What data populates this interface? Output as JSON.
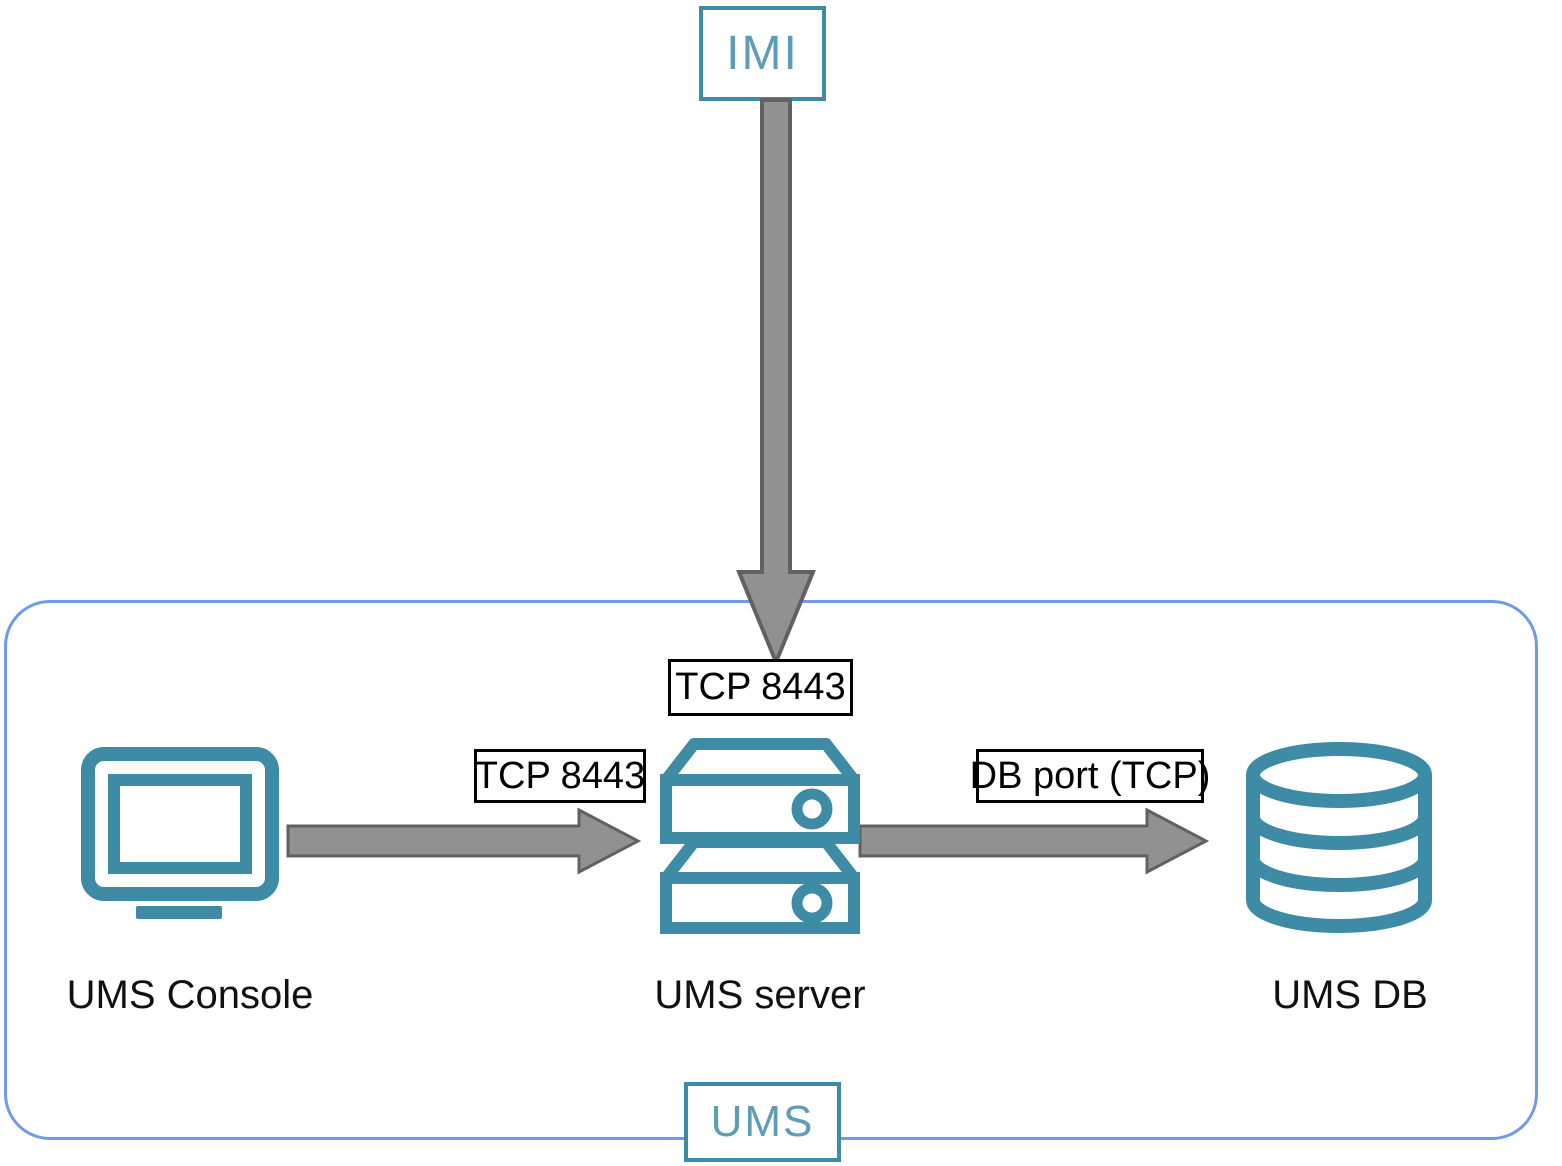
{
  "diagram": {
    "title_boxes": {
      "outer_zone_label": "IMI",
      "inner_zone_label": "UMS"
    },
    "nodes": [
      {
        "id": "ums-console",
        "label": "UMS Console",
        "icon": "monitor-icon"
      },
      {
        "id": "ums-server",
        "label": "UMS server",
        "icon": "server-rack-icon"
      },
      {
        "id": "ums-db",
        "label": "UMS DB",
        "icon": "database-cylinder-icon"
      }
    ],
    "connections": [
      {
        "id": "imi-to-server",
        "label": "TCP 8443",
        "direction": "down",
        "from": "IMI",
        "to": "UMS server"
      },
      {
        "id": "console-to-server",
        "label": "TCP 8443",
        "direction": "right",
        "from": "UMS Console",
        "to": "UMS server"
      },
      {
        "id": "server-to-db",
        "label": "DB port (TCP)",
        "direction": "right",
        "from": "UMS server",
        "to": "UMS DB"
      }
    ],
    "colors": {
      "teal": "#3E8BA6",
      "teal_text": "#5E9DB5",
      "boundary_blue": "#6E9BE2",
      "arrow_fill": "#919191",
      "arrow_stroke": "#616161",
      "label_border": "#000000",
      "background": "#FFFFFF"
    }
  }
}
